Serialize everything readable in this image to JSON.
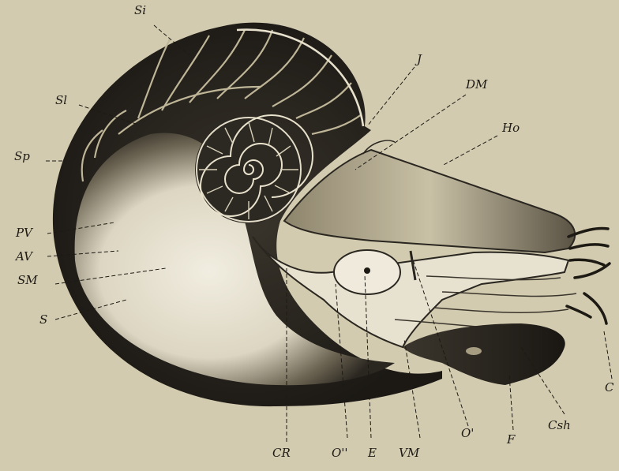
{
  "figure": {
    "palette": {
      "background": "#d2cbb0",
      "shell_dark": "#2a2620",
      "shell_mid": "#6e6654",
      "shell_light": "#e8e3d0",
      "ink": "#1d1a14"
    },
    "labels": {
      "si": "Si",
      "sl": "Sl",
      "sp": "Sp",
      "pv": "PV",
      "av": "AV",
      "sm": "SM",
      "s": "S",
      "j": "J",
      "dm": "DM",
      "ho": "Ho",
      "cr": "CR",
      "o_double": "O''",
      "e": "E",
      "vm": "VM",
      "o_prime": "O'",
      "f": "F",
      "csh": "Csh",
      "c": "C"
    }
  }
}
